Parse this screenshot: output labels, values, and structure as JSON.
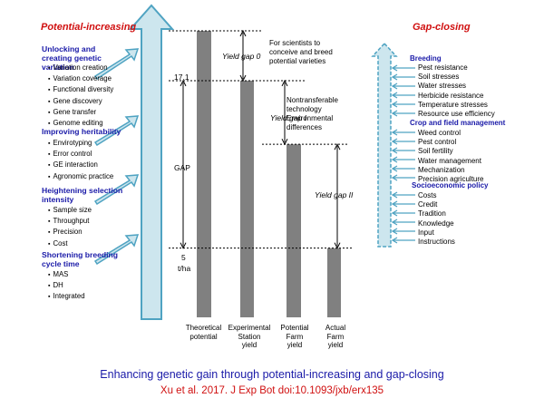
{
  "left_panel": {
    "title": "Potential-increasing",
    "groups": [
      {
        "heading": "Unlocking and creating genetic variation",
        "items": [
          "Variation creation",
          "Variation coverage",
          "Functional diversity",
          "Gene discovery",
          "Gene transfer",
          "Genome editing"
        ]
      },
      {
        "heading": "Improving heritability",
        "items": [
          "Envirotyping",
          "Error control",
          "GE interaction",
          "Agronomic practice"
        ]
      },
      {
        "heading": "Heightening selection intensity",
        "items": [
          "Sample size",
          "Throughput",
          "Precision",
          "Cost"
        ]
      },
      {
        "heading": "Shortening breeding cycle time",
        "items": [
          "MAS",
          "DH",
          "Integrated"
        ]
      }
    ]
  },
  "right_panel": {
    "title": "Gap-closing",
    "groups": [
      {
        "heading": "Breeding",
        "items": [
          "Pest resistance",
          "Soil stresses",
          "Water stresses",
          "Herbicide resistance",
          "Temperature stresses",
          "Resource use efficiency"
        ]
      },
      {
        "heading": "Crop and field management",
        "items": [
          "Weed control",
          "Pest control",
          "Soil fertility",
          "Water management",
          "Mechanization",
          "Precision agriculture"
        ]
      },
      {
        "heading": "Socioeconomic policy",
        "items": [
          "Costs",
          "Credit",
          "Tradition",
          "Knowledge",
          "Input",
          "Instructions"
        ]
      }
    ]
  },
  "center": {
    "value_top": "17.1",
    "value_bottom": "5",
    "unit": "t/ha",
    "gap_label": "GAP",
    "gap0": "Yield gap 0",
    "gap1": "Yield gap I",
    "gap2": "Yield gap II",
    "note0": [
      "For scientists to",
      "conceive and breed",
      "potential varieties"
    ],
    "note1": [
      "Nontransferable",
      "technology",
      "Environmental",
      "differences"
    ]
  },
  "chart_data": {
    "type": "bar",
    "categories": [
      "Theoretical potential",
      "Experimental Station yield",
      "Potential Farm yield",
      "Actual Farm yield"
    ],
    "category_lines": [
      [
        "Theoretical",
        "potential"
      ],
      [
        "Experimental",
        "Station",
        "yield"
      ],
      [
        "Potential",
        "Farm",
        "yield"
      ],
      [
        "Actual",
        "Farm",
        "yield"
      ]
    ],
    "values": [
      20.7,
      17.1,
      12.5,
      5
    ],
    "ylim": [
      0,
      20.7
    ]
  },
  "caption": {
    "line1": "Enhancing genetic gain through potential-increasing and gap-closing",
    "line2": "Xu et al. 2017. J Exp Bot doi:10.1093/jxb/erx135"
  },
  "colors": {
    "arrow_fill": "#cde6ee",
    "arrow_stroke": "#4fa3c2",
    "bar": "#808080",
    "red": "#d01010",
    "blue": "#1a1aa8"
  }
}
